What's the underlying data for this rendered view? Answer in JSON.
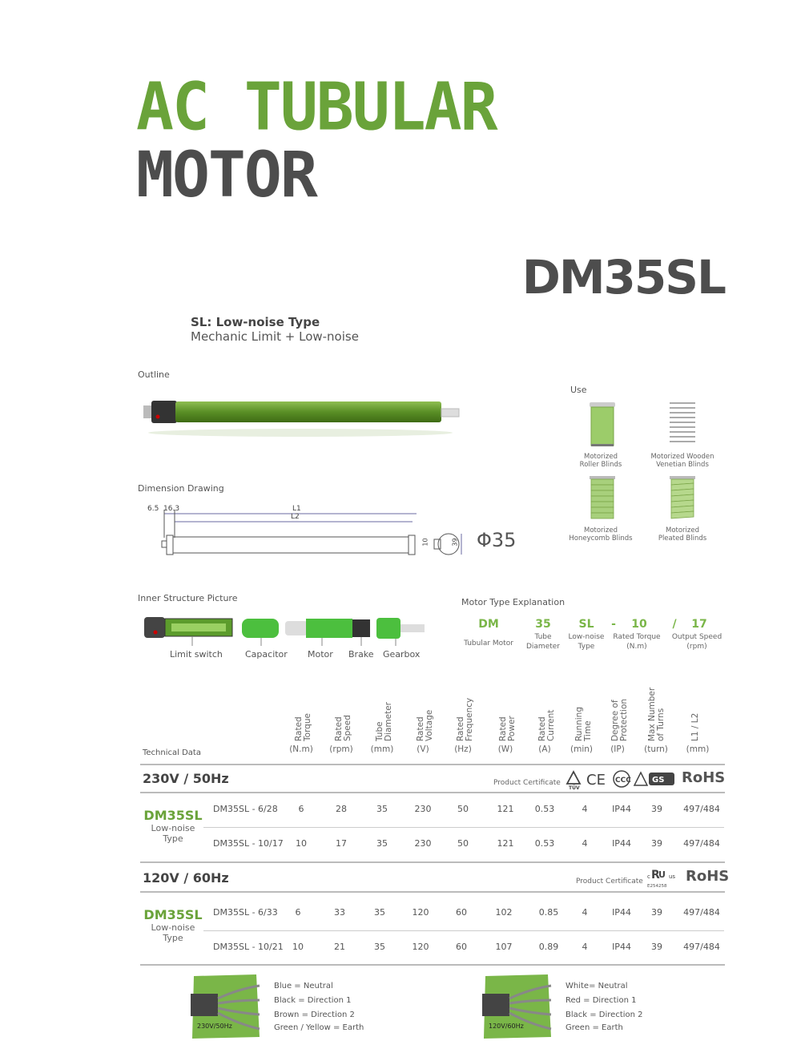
{
  "title_line1": "AC TUBULAR",
  "title_line2": "MOTOR",
  "model": "DM35SL",
  "subtitle": {
    "type": "SL: Low-noise Type",
    "desc": "Mechanic Limit + Low-noise"
  },
  "sections": {
    "outline": "Outline",
    "dimension": "Dimension Drawing",
    "use": "Use",
    "inner": "Inner Structure Picture",
    "motor_type": "Motor Type Explanation",
    "technical": "Technical Data"
  },
  "dimension": {
    "d1": "6.5",
    "d2": "16.3",
    "l1": "L1",
    "l2": "L2",
    "h1": "10",
    "h2": "39",
    "diameter": "Φ35"
  },
  "use_items": [
    {
      "line1": "Motorized",
      "line2": "Roller Blinds"
    },
    {
      "line1": "Motorized Wooden",
      "line2": "Venetian Blinds"
    },
    {
      "line1": "Motorized",
      "line2": "Honeycomb Blinds"
    },
    {
      "line1": "Motorized",
      "line2": "Pleated Blinds"
    }
  ],
  "inner_labels": [
    "Limit switch",
    "Capacitor",
    "Motor",
    "Brake",
    "Gearbox"
  ],
  "motor_type": [
    {
      "code": "DM",
      "l1": "Tubular Motor",
      "l2": ""
    },
    {
      "code": "35",
      "l1": "Tube",
      "l2": "Diameter"
    },
    {
      "code": "SL",
      "l1": "Low-noise",
      "l2": "Type"
    },
    {
      "code": "-",
      "l1": "",
      "l2": ""
    },
    {
      "code": "10",
      "l1": "Rated Torque",
      "l2": "(N.m)"
    },
    {
      "code": "/",
      "l1": "",
      "l2": ""
    },
    {
      "code": "17",
      "l1": "Output Speed",
      "l2": "(rpm)"
    }
  ],
  "table": {
    "headers": [
      {
        "l1": "Rated",
        "l2": "Torque",
        "unit": "(N.m)"
      },
      {
        "l1": "Rated",
        "l2": "Speed",
        "unit": "(rpm)"
      },
      {
        "l1": "Tube",
        "l2": "Diameter",
        "unit": "(mm)"
      },
      {
        "l1": "Rated",
        "l2": "Voltage",
        "unit": "(V)"
      },
      {
        "l1": "Rated",
        "l2": "Frequency",
        "unit": "(Hz)"
      },
      {
        "l1": "Rated",
        "l2": "Power",
        "unit": "(W)"
      },
      {
        "l1": "Rated",
        "l2": "Current",
        "unit": "(A)"
      },
      {
        "l1": "Running",
        "l2": "Time",
        "unit": "(min)"
      },
      {
        "l1": "Degree of",
        "l2": "Protection",
        "unit": "(IP)"
      },
      {
        "l1": "Max Number",
        "l2": "of Turns",
        "unit": "(turn)"
      },
      {
        "l1": "L1 / L2",
        "l2": "",
        "unit": "(mm)"
      }
    ],
    "groups": [
      {
        "voltage": "230V / 50Hz",
        "cert_label": "Product Certificate",
        "certs": "RoHS",
        "model": "DM35SL",
        "model_sub1": "Low-noise",
        "model_sub2": "Type",
        "rows": [
          {
            "name": "DM35SL - 6/28",
            "values": [
              "6",
              "28",
              "35",
              "230",
              "50",
              "121",
              "0.53",
              "4",
              "IP44",
              "39",
              "497/484"
            ]
          },
          {
            "name": "DM35SL - 10/17",
            "values": [
              "10",
              "17",
              "35",
              "230",
              "50",
              "121",
              "0.53",
              "4",
              "IP44",
              "39",
              "497/484"
            ]
          }
        ]
      },
      {
        "voltage": "120V / 60Hz",
        "cert_label": "Product Certificate",
        "certs": "RoHS",
        "ul_code": "E254258",
        "model": "DM35SL",
        "model_sub1": "Low-noise",
        "model_sub2": "Type",
        "rows": [
          {
            "name": "DM35SL - 6/33",
            "values": [
              "6",
              "33",
              "35",
              "120",
              "60",
              "102",
              "0.85",
              "4",
              "IP44",
              "39",
              "497/484"
            ]
          },
          {
            "name": "DM35SL - 10/21",
            "values": [
              "10",
              "21",
              "35",
              "120",
              "60",
              "107",
              "0.89",
              "4",
              "IP44",
              "39",
              "497/484"
            ]
          }
        ]
      }
    ]
  },
  "wiring": [
    {
      "tag": "230V/50Hz",
      "lines": [
        "Blue = Neutral",
        "Black = Direction 1",
        "Brown = Direction 2",
        "Green / Yellow = Earth"
      ]
    },
    {
      "tag": "120V/60Hz",
      "lines": [
        "White= Neutral",
        "Red = Direction 1",
        "Black = Direction 2",
        "Green = Earth"
      ]
    }
  ]
}
